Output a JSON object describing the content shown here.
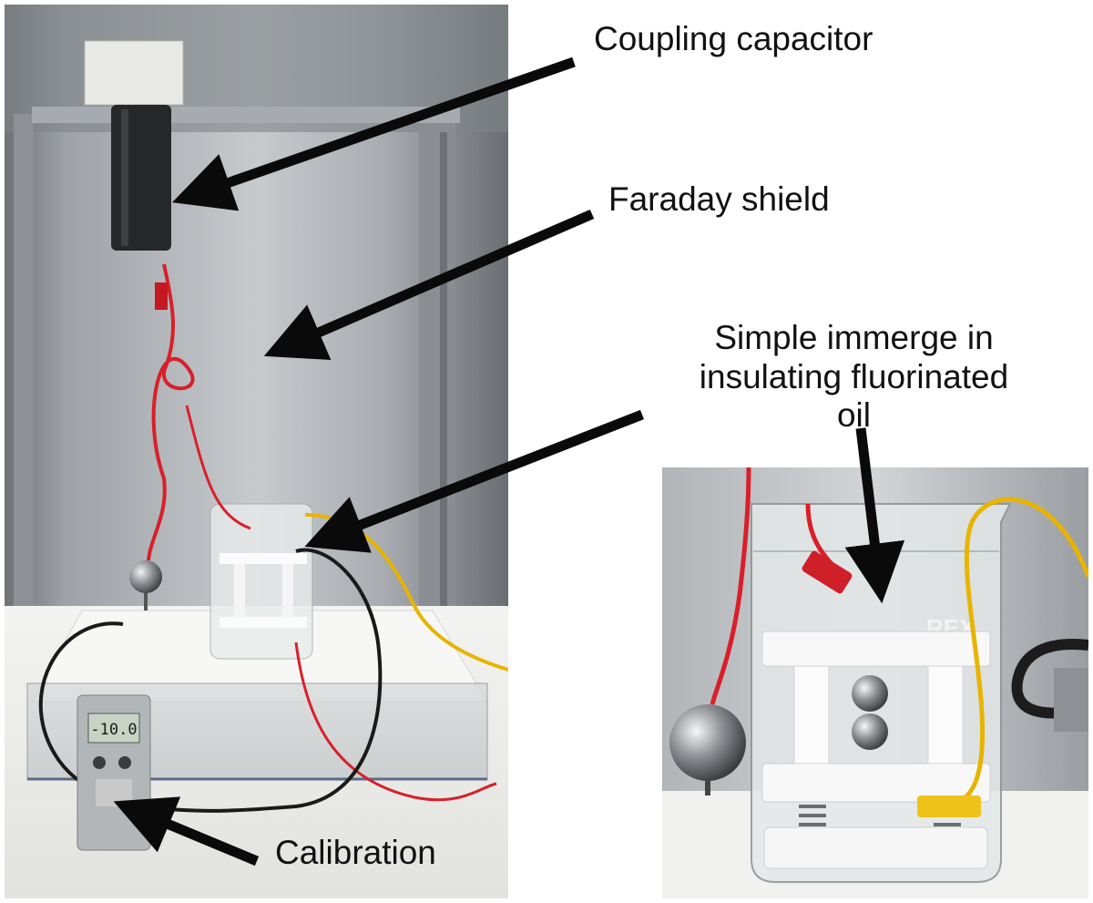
{
  "labels": {
    "coupling_capacitor": "Coupling capacitor",
    "faraday_shield": "Faraday shield",
    "sample_line1": "Simple immerge in",
    "sample_line2": "insulating fluorinated oil",
    "calibration": "Calibration"
  },
  "calibrator_display": "-10.0",
  "beaker_marking": "REX",
  "colors": {
    "arrow": "#0a0a0a",
    "label_text": "#111111",
    "red_cable": "#d8202a",
    "yellow_cable": "#e8b400",
    "black_cable": "#1a1a1a",
    "shield_metal": "#b9bcc0",
    "lcd": "#c9d3c4"
  },
  "icons": {
    "arrow": "arrow-pointer-icon"
  }
}
